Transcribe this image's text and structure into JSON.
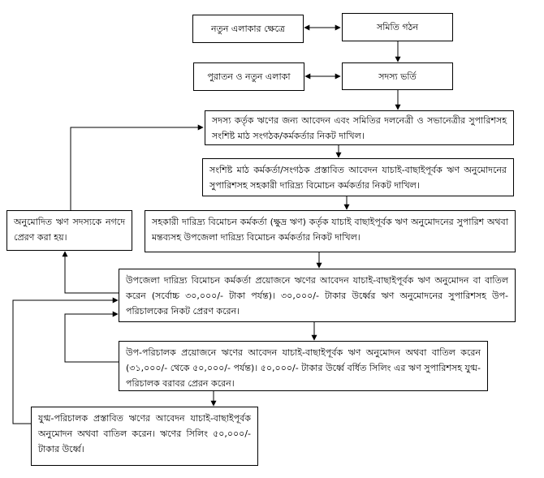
{
  "nodes": {
    "new_area": "নতুন এলাকার ক্ষেত্রে",
    "samity_formation": "সমিতি গঠন",
    "old_new_area": "পুরাতন ও নতুন এলাকা",
    "member_admission": "সদস্য ভর্তি",
    "loan_application": "সদস্য কর্তৃক ঋণের জন্য আবেদন এবং সমিতির দলনেত্রী ও সভানেত্রীর সুপারিশসহ সংশিষ্ট মাঠ সংগঠক/কর্মকর্তার নিকট দাখিল।",
    "field_officer": "সংশিষ্ট মাঠ কর্মকর্তা/সংগঠক প্রস্তাবিত আবেদন যাচাই-বাছাইপূর্বক ঋণ অনুমোদনের সুপারিশসহ সহকারী দারিদ্র্য বিমোচন কর্মকর্তার নিকট দাখিল।",
    "approved_loan": "অনুমোদিত ঋণ সদস্যকে নগদে প্রেরণ করা হয়।",
    "assistant_officer": "সহকারী দারিদ্র্য বিমোচন কর্মকর্তা (ক্ষুদ্র ঋণ) কর্তৃক যাচাই বাছাইপূর্বক ঋণ অনুমোদনের সুপারিশ অথবা মন্তব্যসহ উপজেলা দারিদ্র্য বিমোচন কর্মকর্তার নিকট দাখিল।",
    "upazila_officer": "উপজেলা দারিদ্র্য বিমোচন কর্মকর্তা প্রয়োজনে ঋণের আবেদন যাচাই-বাছাইপূর্বক ঋণ অনুমোদন বা বাতিল করেন (সর্বোচ্চ ৩০,০০০/- টাকা পর্যন্ত)। ৩০,০০০/- টাকার উর্ধ্বের ঋণ অনুমোদনের সুপারিশসহ উপ-পরিচালকের নিকট প্রেরণ করেন।",
    "deputy_director": "উপ-পরিচালক প্রয়োজনে ঋণের আবেদন যাচাই-বাছাইপূর্বক ঋণ অনুমোদন অথবা বাতিল করেন (৩১,০০০/- থেকে ৫০,০০০/- পর্যন্ত)। ৫০,০০০/- টাকার উর্ধ্বে বর্ধিত সিলিং এর ঋণ সুপারিশসহ যুগ্ম-পরিচালক বরাবর প্রেরন করেন।",
    "joint_director": "যুগ্ম-পরিচালক প্রস্তাবিত ঋণের আবেদন যাচাই-বাছাইপূর্বক অনুমোদন অথবা বাতিল করেন। ঋণের সিলিং ৫০,০০০/- টাকার উর্ধ্বে।"
  }
}
